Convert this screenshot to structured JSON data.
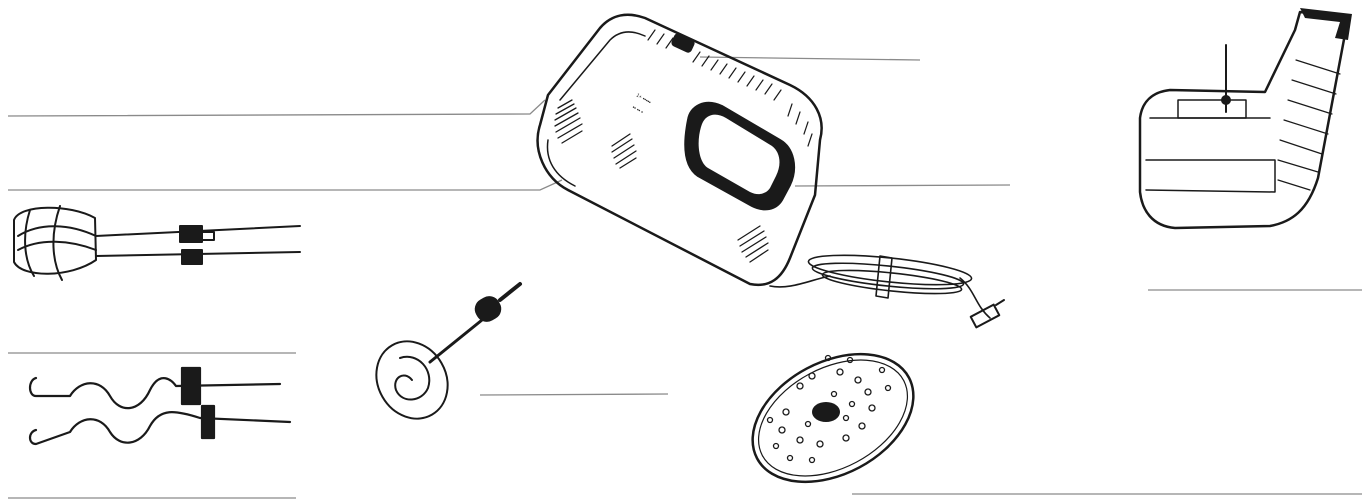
{
  "mixer": {
    "marking_line_1": "1+ ▪▪▪▪▪",
    "marking_line_2": "▪▪ ▪▪ ▪"
  },
  "colors": {
    "ink": "#1a1a1a",
    "callout_line": "#8a8a8a",
    "background": "#ffffff"
  },
  "parts": [
    "hand-mixer-body",
    "speed-switch",
    "beaters",
    "dough-hooks",
    "blender-attachment",
    "grating-disc",
    "wall-bracket",
    "power-cord"
  ]
}
